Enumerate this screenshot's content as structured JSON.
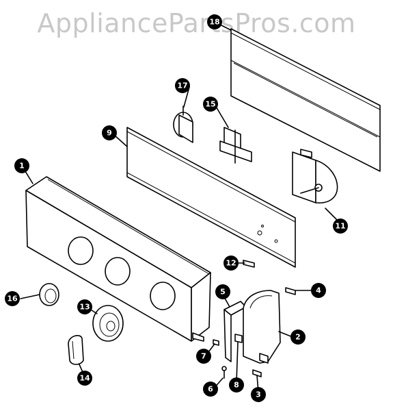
{
  "watermark": {
    "text": "AppliancePartsPros.com"
  },
  "callouts": [
    "1",
    "2",
    "3",
    "4",
    "5",
    "6",
    "7",
    "8",
    "9",
    "11",
    "12",
    "13",
    "14",
    "15",
    "16",
    "17",
    "18"
  ],
  "colors": {
    "ink": "#000000",
    "watermark": "#c8c8c8",
    "background": "#ffffff"
  }
}
